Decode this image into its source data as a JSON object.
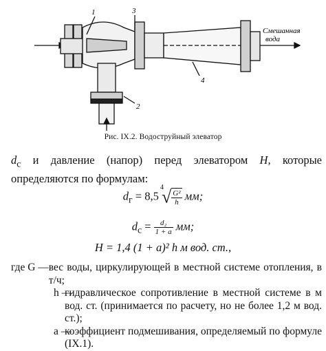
{
  "figure": {
    "labels": [
      "1",
      "3",
      "2",
      "4"
    ],
    "side_label_line1": "Смешанная",
    "side_label_line2": "вода"
  },
  "caption": {
    "label": "Рис. IX.2.",
    "text": "Водоструйный элеватор"
  },
  "intro": {
    "var1": "d",
    "var1_sub": "с",
    "text1": " и давление (напор) перед элеватором ",
    "var2": "H,",
    "text2": " которые определяются по формулам:"
  },
  "equations": {
    "eq1_lhs": "d",
    "eq1_lhs_sub": "г",
    "eq1_eq": " = 8,5 ",
    "eq1_root_index": "4",
    "eq1_num": "G²",
    "eq1_den": "h",
    "eq1_unit": "мм;",
    "eq2_lhs": "d",
    "eq2_lhs_sub": "с",
    "eq2_eq": " = ",
    "eq2_num": "d₂",
    "eq2_den": "1 + a",
    "eq2_unit": "мм;",
    "eq3": "H = 1,4 (1 + a)² h",
    "eq3_unit": "м вод. ст.,"
  },
  "definitions": [
    {
      "lead": "где G — ",
      "text": "вес воды, циркулирующей в местной системе отопления, в т/ч;"
    },
    {
      "lead": "h — ",
      "text": "гидравлическое сопротивление в местной системе в м вод. ст. (принимается по расчету, но не более 1,2 м вод. ст.);"
    },
    {
      "lead": "a — ",
      "text": "коэффициент подмешивания, определяемый по формуле (IX.1)."
    }
  ]
}
